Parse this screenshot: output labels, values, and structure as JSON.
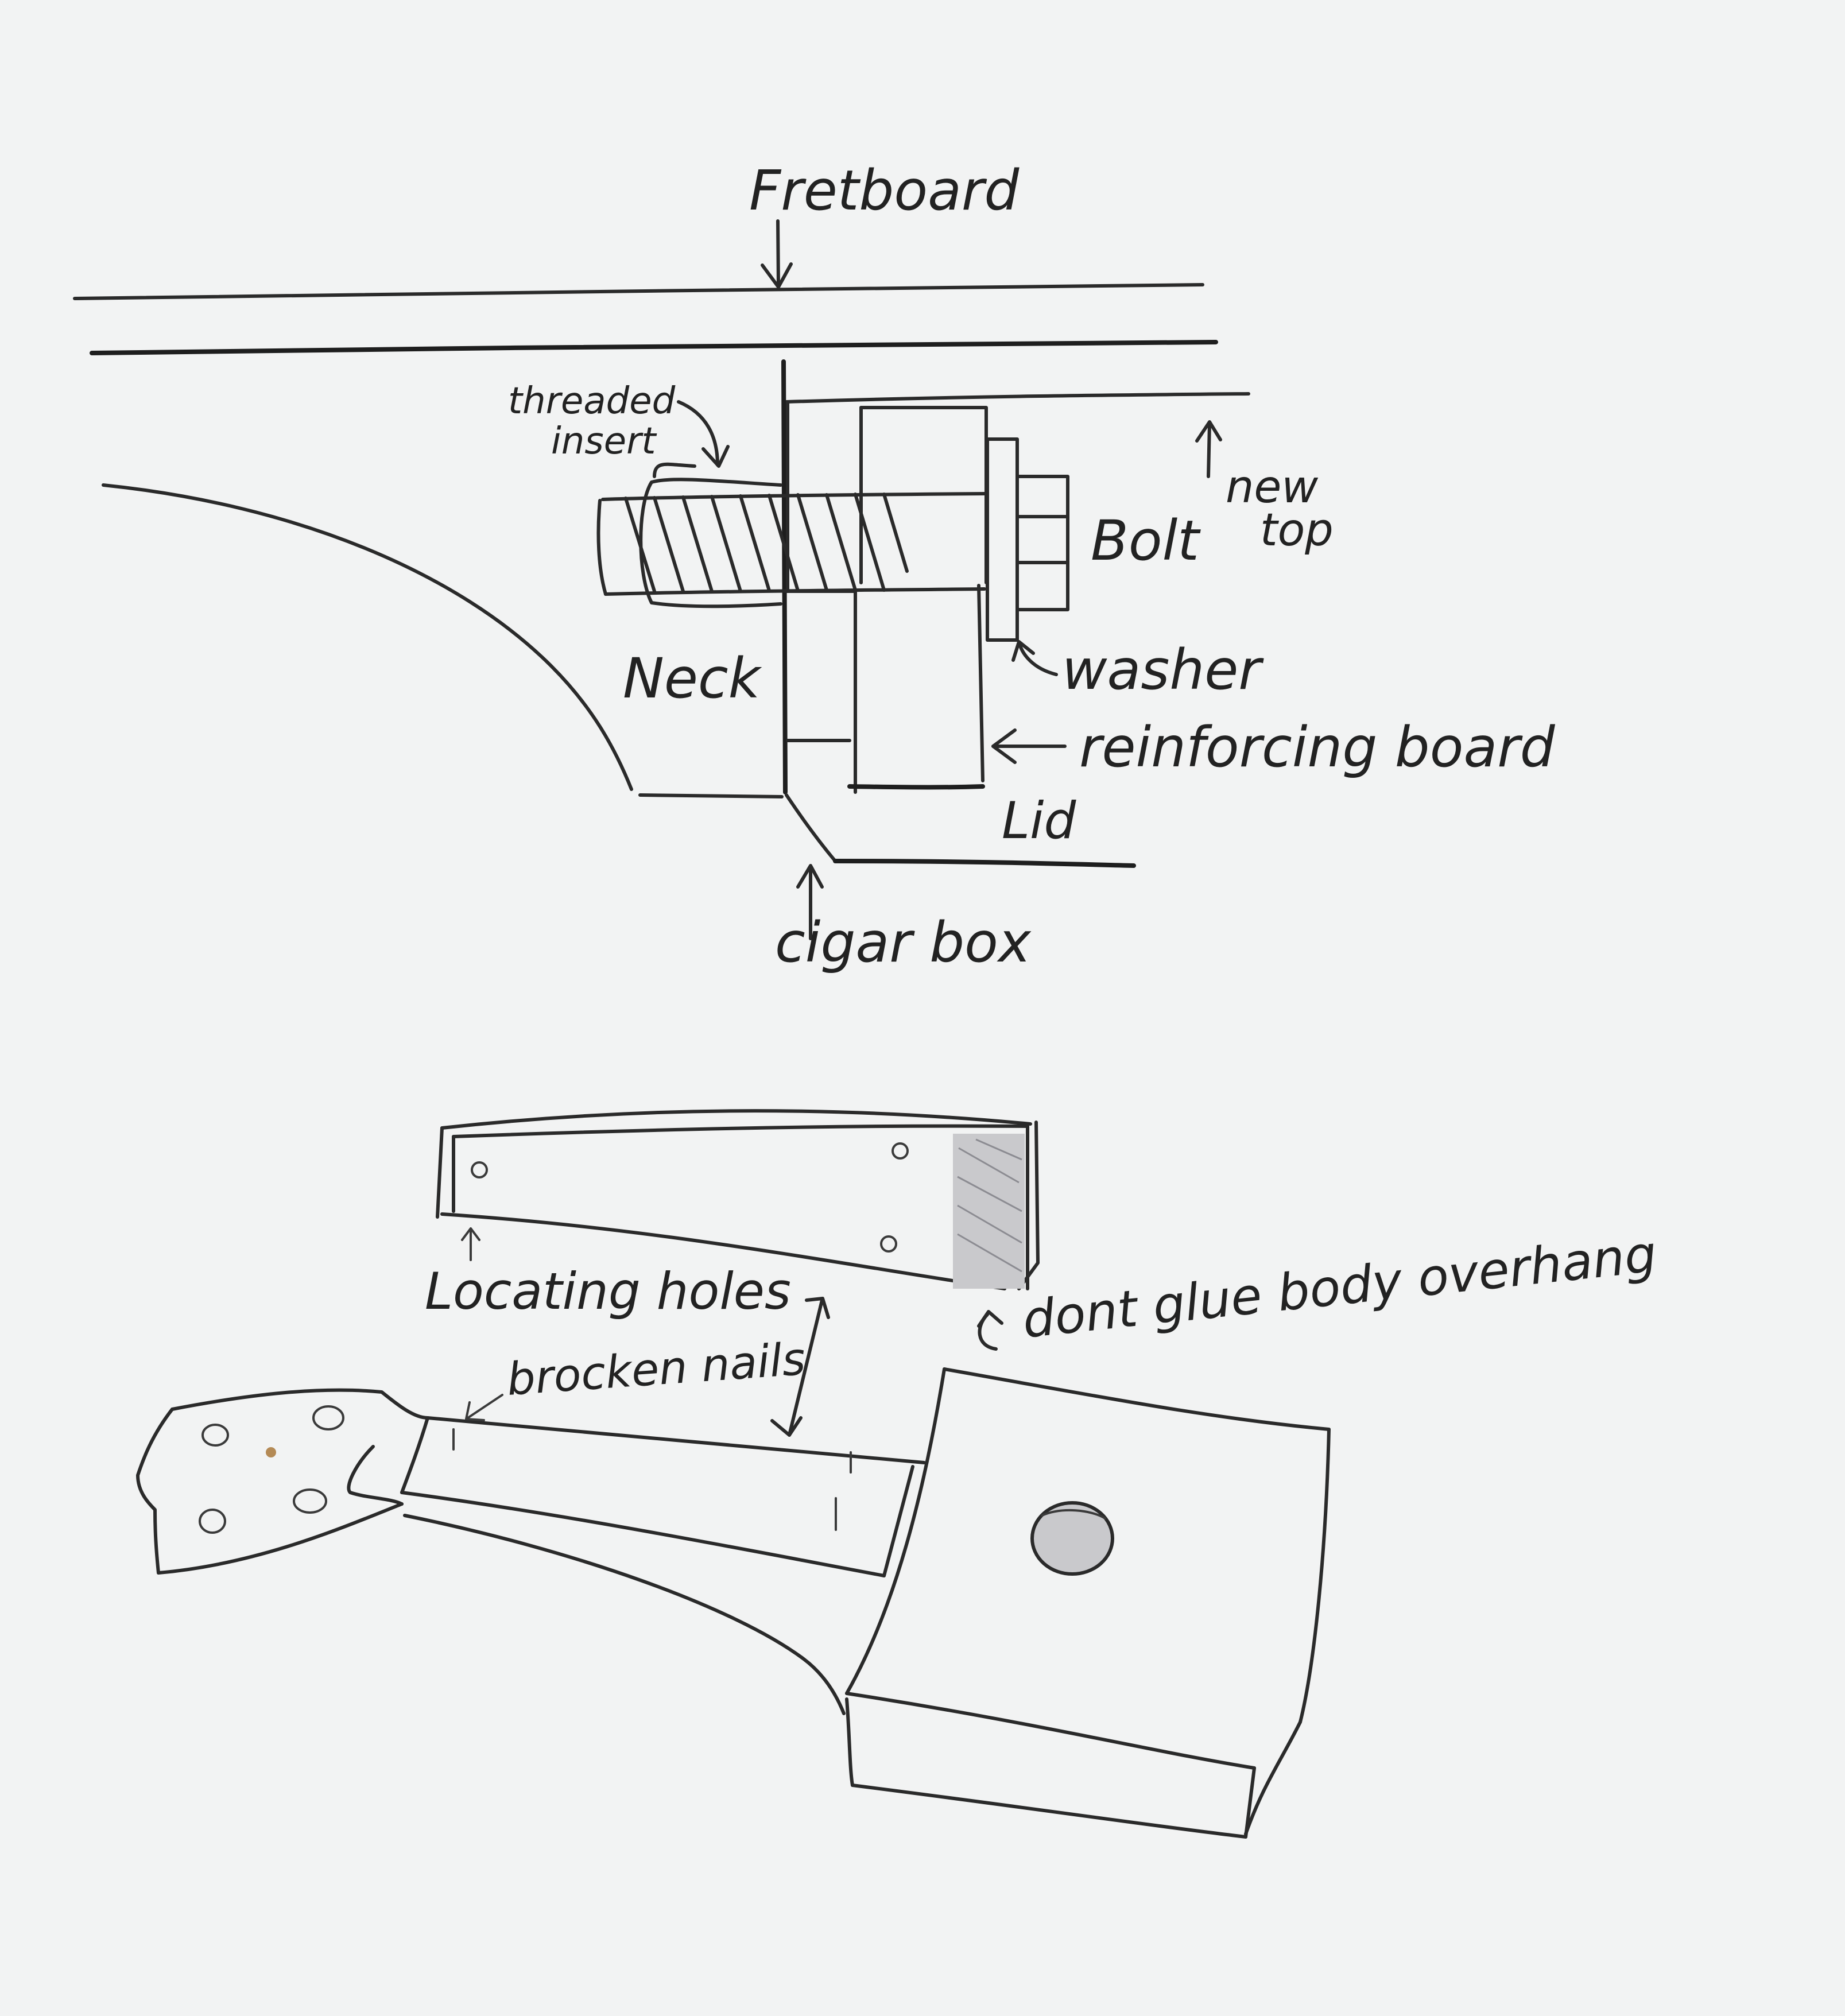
{
  "side_view": {
    "labels": {
      "fretboard": "Fretboard",
      "threaded_insert_line1": "threaded",
      "threaded_insert_line2": "insert",
      "new_top_line1": "new",
      "new_top_line2": "top",
      "bolt": "Bolt",
      "neck": "Neck",
      "washer": "washer",
      "reinforcing_board": "reinforcing board",
      "lid": "Lid",
      "cigar_box": "cigar box"
    }
  },
  "perspective_view": {
    "labels": {
      "locating_holes": "Locating holes",
      "dont_glue": "dont glue body overhang",
      "brocken_nails": "brocken nails"
    }
  },
  "colors": {
    "paper": "#f2f3f3",
    "ink": "#2a2a2a",
    "shading": "#c9c9cc"
  }
}
